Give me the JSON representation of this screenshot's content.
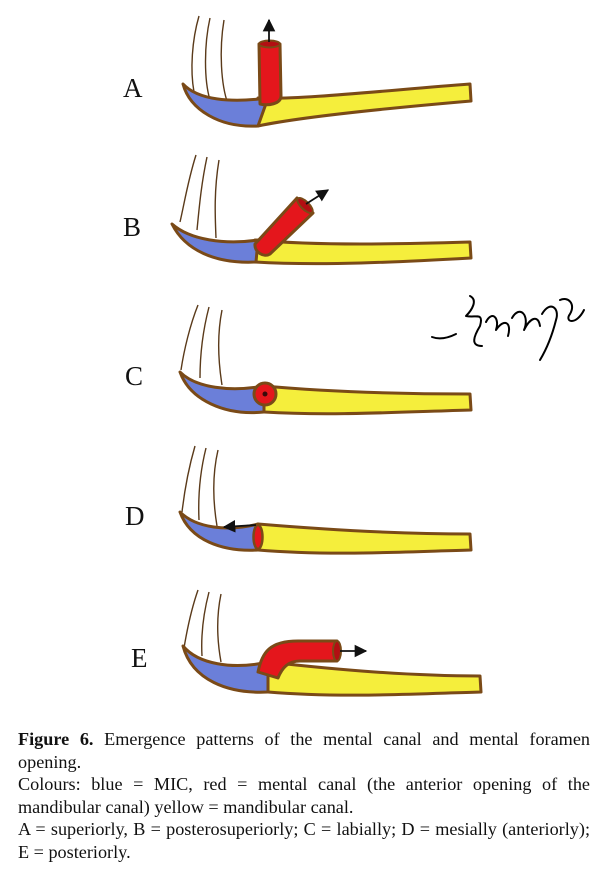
{
  "panels": [
    {
      "letter": "A",
      "direction": "superiorly"
    },
    {
      "letter": "B",
      "direction": "posterosuperiorly"
    },
    {
      "letter": "C",
      "direction": "labially"
    },
    {
      "letter": "D",
      "direction": "mesially"
    },
    {
      "letter": "E",
      "direction": "posteriorly"
    }
  ],
  "colors": {
    "mic": "#6b7fd9",
    "mental_canal": "#e4161c",
    "mandibular_canal": "#f5ee3c",
    "outline": "#7a4a17"
  },
  "caption": {
    "label": "Figure 6.",
    "title": "Emergence patterns of the mental canal and mental foramen opening.",
    "colours": "Colours: blue = MIC, red = mental canal (the anterior opening of the mandibular canal) yellow = mandibular canal.",
    "key": "A = superiorly, B = posterosuperiorly; C = labially; D = mesially (anteriorly); E = posteriorly."
  }
}
